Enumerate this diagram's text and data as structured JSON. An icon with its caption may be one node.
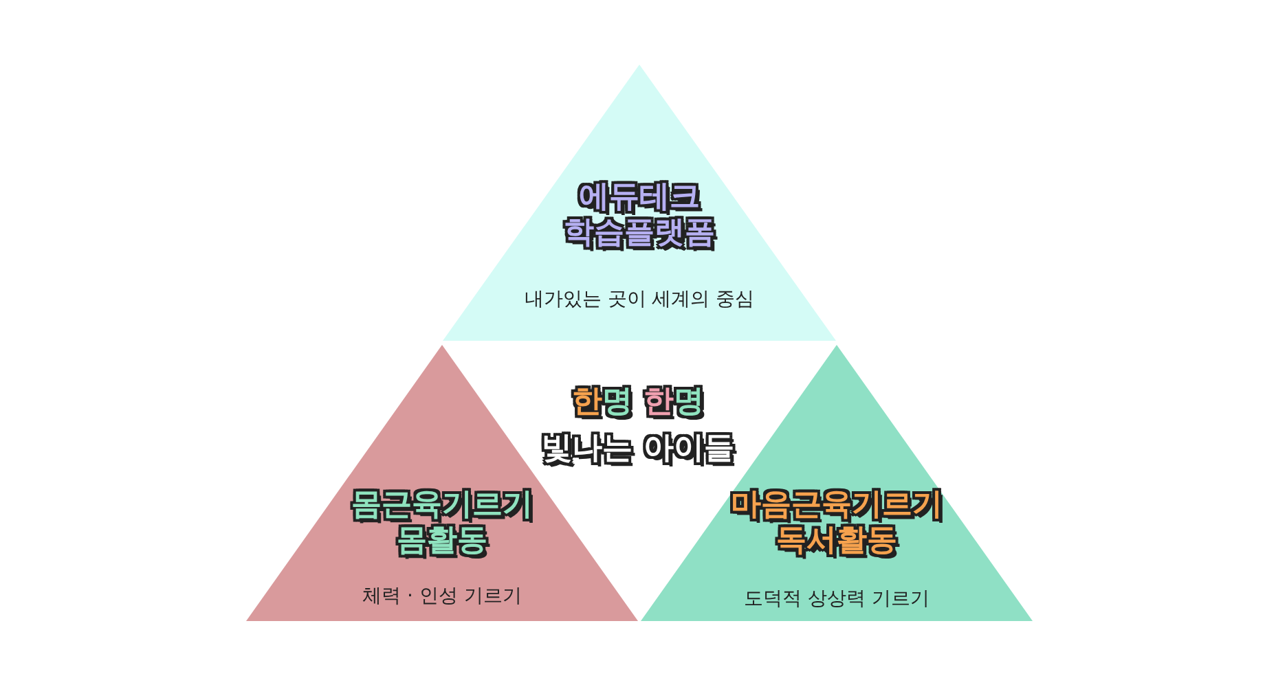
{
  "diagram": {
    "nodes": [
      {
        "text": [
          "에듀테크 학습플랫폼",
          "내가있는 곳이 세계의 중심"
        ]
      },
      {
        "text": [
          "몸근육기르기 몸활동",
          "체력 · 인성 기르기"
        ]
      },
      {
        "text": [
          "마음근육기르기 독서활동",
          "도덕적 상상력 기르기"
        ]
      }
    ],
    "labels": [
      "한명 한명",
      "빛나는 아이들"
    ]
  }
}
